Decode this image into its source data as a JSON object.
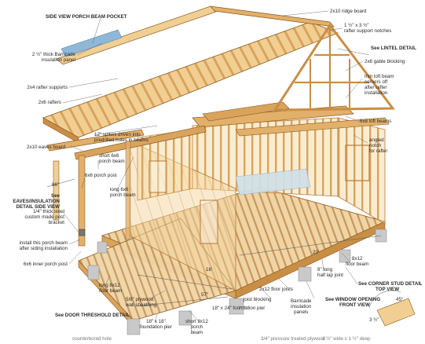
{
  "colors": {
    "wood_light": "#f1cf93",
    "wood_mid": "#e2b069",
    "wood_dark": "#c98e45",
    "edge": "#8a5a23",
    "insulation": "#cfe0ea",
    "panel_blue": "#8fb8d8",
    "pier": "#c9c9c9",
    "leader": "#555555",
    "text": "#2a2a2a"
  },
  "labels": {
    "side_view_porch_beam_pocket": "SIDE VIEW PORCH BEAM POCKET",
    "ridge_board": "2x10 ridge board",
    "rafter_support_notches": [
      "1 ½\" x 3 ½\"",
      "rafter support notches"
    ],
    "lintel_detail": [
      "See",
      "LINTEL DETAIL"
    ],
    "barricade_panel": [
      "2 ½\" thick Barricade",
      "insulation panel"
    ],
    "gable_blocking": "2x6 gable blocking",
    "rafter_supports": "2x4 rafter supports",
    "trim_loft_beam": [
      "trim loft beam",
      "corners off",
      "after rafter",
      "installation"
    ],
    "rafters": "2x6 rafters",
    "spikes": [
      "12\" spikes driven into",
      "predrilled holes in beams"
    ],
    "loft_beams": "6x8 loft beams",
    "eaves_board": "2x10 eaves board",
    "short_porch_beam": [
      "short 6x6",
      "porch beam"
    ],
    "angled_notch": [
      "angled",
      "notch",
      "for rafter"
    ],
    "porch_post": "6x6 porch post",
    "long_porch_beam": [
      "long 6x6",
      "porch beam"
    ],
    "dim_66": "66\"",
    "eaves_insulation_detail": [
      "See",
      "EAVES/INSULATION",
      "DETAIL SIDE VIEW"
    ],
    "steel_bracket": [
      "1/4\" thick steel",
      "custom made post",
      "bracket"
    ],
    "install_porch_beam": [
      "install this porch beam",
      "after siding installation"
    ],
    "inner_porch_post": "6x6 inner porch post",
    "dim_20": "20'",
    "floor_beam": [
      "8x12",
      "floor beam"
    ],
    "half_lap_joint": [
      "8\" long",
      "half lap joint"
    ],
    "corner_stud_detail": [
      "See CORNER STUD DETAIL",
      "TOP VIEW"
    ],
    "long_floor_beam": [
      "long 8x12",
      "floor beam"
    ],
    "dim_16": "16'",
    "floor_joists": "2x12 floor joists",
    "joist_blocking": "joist blocking",
    "barricade_panels": [
      "Barricade",
      "insulation",
      "panels"
    ],
    "window_opening_detail": [
      "See WINDOW OPENING",
      "FRONT VIEW"
    ],
    "wall_sheathing": [
      "5/8\" plywood",
      "wall sheathing"
    ],
    "foundation_pier_24": [
      "18\" x 24\" foundation pier"
    ],
    "door_threshold_detail": "See DOOR THRESHOLD DETAIL",
    "foundation_pier_18": [
      "18\" x 18\"",
      "foundation pier"
    ],
    "short_floor_beam": [
      "short 8x12",
      "porch",
      "beam"
    ],
    "dim_57": "57\"",
    "dim_45": "45°",
    "dim_3_5": "3 ½\"",
    "counterbored_hole": "counterbored hole",
    "pressure_treated": "3/4\" pressure treated plywood",
    "half_lap": "1 ½\" wide x 1 ½\" deep"
  }
}
